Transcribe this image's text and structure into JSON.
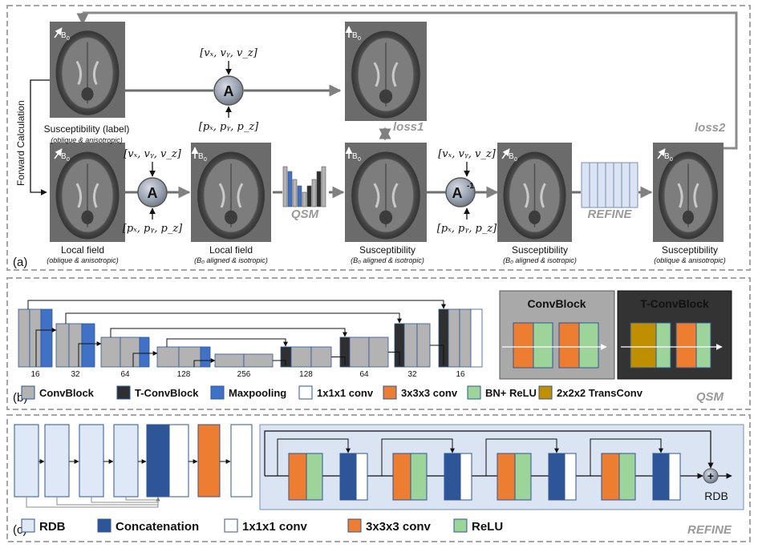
{
  "panel_a": {
    "label": "(a)",
    "side_label": "Forward Calculation",
    "b0": "B",
    "b0_sub": "0",
    "images": [
      {
        "title": "Susceptibility (label)",
        "subtitle": "(oblique & anisotropic)"
      },
      {
        "title": "Local field",
        "subtitle": "(oblique & anisotropic)"
      },
      {
        "title": "Local field",
        "subtitle": "(B₀ aligned & isotropic)"
      },
      {
        "title": "Susceptibility",
        "subtitle": "(B₀ aligned & isotropic)"
      },
      {
        "title": "Susceptibility",
        "subtitle": "(B₀ aligned & isotropic)"
      },
      {
        "title": "Susceptibility",
        "subtitle": "(oblique & anisotropic)"
      }
    ],
    "op_A": "A",
    "op_Ainv": "A",
    "op_Ainv_sup": "-1",
    "v_vec": "[vₓ, vᵧ, v_z]",
    "p_vec": "[pₓ, pᵧ, p_z]",
    "qsm": "QSM",
    "refine": "REFINE",
    "loss1": "loss1",
    "loss2": "loss2"
  },
  "panel_b": {
    "label": "(b)",
    "channels": [
      "16",
      "32",
      "64",
      "128",
      "256",
      "128",
      "64",
      "32",
      "16"
    ],
    "legend": [
      {
        "label": "ConvBlock",
        "color": "#b3b3b3"
      },
      {
        "label": "T-ConvBlock",
        "color": "#2f2f2f"
      },
      {
        "label": "Maxpooling",
        "color": "#3f72c6"
      },
      {
        "label": "1x1x1 conv",
        "color": "#ffffff"
      },
      {
        "label": "3x3x3 conv",
        "color": "#ed7d31"
      },
      {
        "label": "BN+ ReLU",
        "color": "#9dd49a"
      },
      {
        "label": "2x2x2 TransConv",
        "color": "#bf8f00"
      }
    ],
    "convblock_title": "ConvBlock",
    "tconvblock_title": "T-ConvBlock",
    "tag": "QSM"
  },
  "panel_c": {
    "label": "(c)",
    "legend": [
      {
        "label": "RDB",
        "color": "#dfe8f6"
      },
      {
        "label": "Concatenation",
        "color": "#2e5597"
      },
      {
        "label": "1x1x1 conv",
        "color": "#ffffff"
      },
      {
        "label": "3x3x3 conv",
        "color": "#ed7d31"
      },
      {
        "label": "ReLU",
        "color": "#9dd49a"
      }
    ],
    "rdb_label": "RDB",
    "plus": "+",
    "tag": "REFINE"
  },
  "colors": {
    "conv_gray": "#b3b3b3",
    "tconv_dark": "#2f2f2f",
    "maxpool_blue": "#3f72c6",
    "orange": "#ed7d31",
    "green": "#9dd49a",
    "gold": "#bf8f00",
    "light_blue": "#dfe8f6",
    "concat_blue": "#2e5597",
    "arrow_gray": "#7f7f7f",
    "panel_border": "#a6a6a6"
  }
}
